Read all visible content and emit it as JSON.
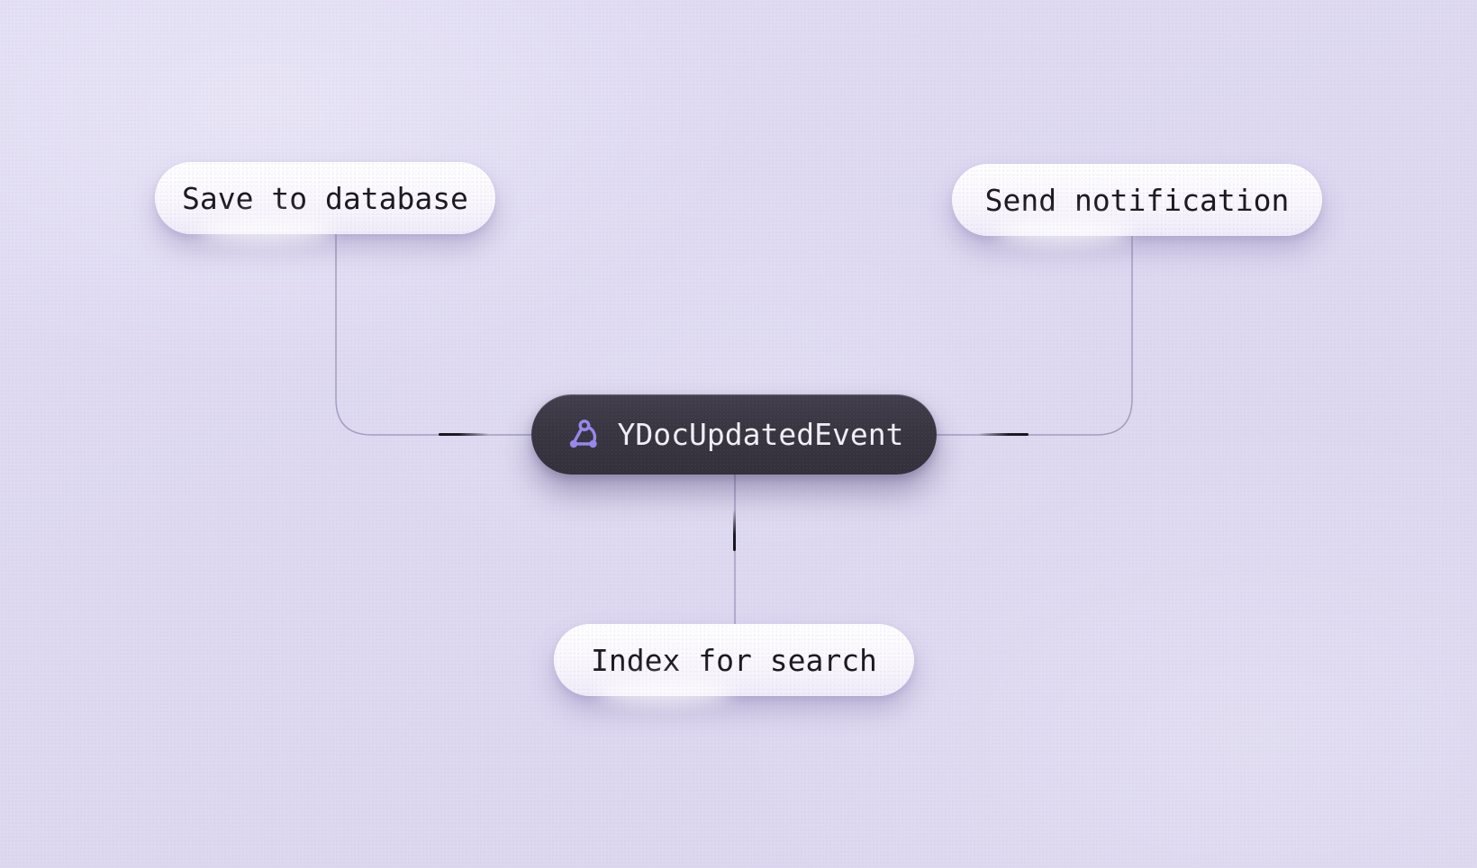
{
  "diagram": {
    "event_node": {
      "label": "YDocUpdatedEvent",
      "icon": "webhook-icon",
      "bg_color": "#363340",
      "text_color": "#f0eef6",
      "icon_color": "#9687ec"
    },
    "handler_nodes": [
      {
        "id": "save-to-database",
        "label": "Save to database",
        "position": "top-left"
      },
      {
        "id": "send-notification",
        "label": "Send notification",
        "position": "top-right"
      },
      {
        "id": "index-for-search",
        "label": "Index for search",
        "position": "bottom-center"
      }
    ],
    "edges": [
      {
        "from": "YDocUpdatedEvent",
        "to": "Save to database"
      },
      {
        "from": "YDocUpdatedEvent",
        "to": "Send notification"
      },
      {
        "from": "YDocUpdatedEvent",
        "to": "Index for search"
      }
    ],
    "colors": {
      "background": "#ded9f1",
      "edge_line": "#a49ec0",
      "edge_pulse": "#15141a",
      "handler_bg": "#faf8fd",
      "handler_text": "#1b1a21"
    }
  }
}
